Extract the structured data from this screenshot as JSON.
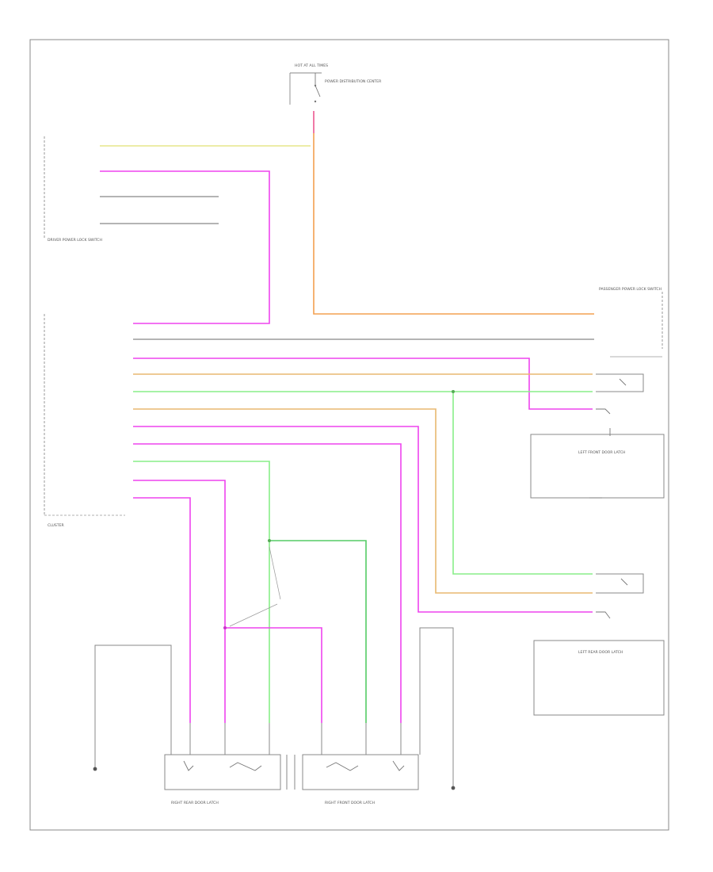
{
  "diagram_code": "",
  "colors": {
    "yellow": "#e6e68a",
    "pink": "#ee44ee",
    "orange": "#f4a050",
    "gray": "#777777",
    "green": "#88ee88",
    "tan": "#e8b870",
    "dark_green": "#55cc66"
  },
  "labels": {
    "top_hot": "HOT AT ALL TIMES",
    "top_fuse": "POWER DISTRIBUTION CENTER",
    "ignition_switch_note": "",
    "master_switch": "DRIVER POWER LOCK SWITCH",
    "switch_note": "",
    "cluster": "CLUSTER",
    "passenger_switch": "PASSENGER POWER LOCK SWITCH",
    "left_front_latch": "LEFT FRONT DOOR LATCH",
    "left_rear_latch": "LEFT REAR DOOR LATCH",
    "right_rear_latch": "RIGHT REAR DOOR LATCH",
    "right_front_latch": "RIGHT FRONT DOOR LATCH",
    "left_ground": "",
    "right_ground": "",
    "splice_note": "",
    "splice_note2": ""
  }
}
